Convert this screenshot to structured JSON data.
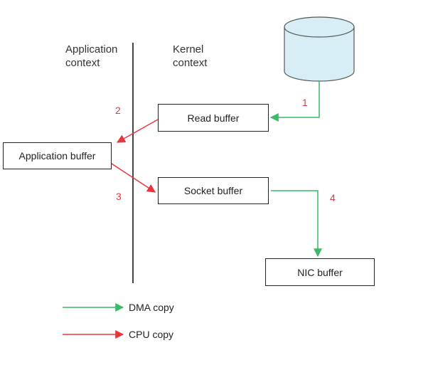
{
  "labels": {
    "application_context": [
      "Application",
      "context"
    ],
    "kernel_context": [
      "Kernel",
      "context"
    ]
  },
  "buffers": {
    "read_buffer": "Read buffer",
    "application_buffer": "Application buffer",
    "socket_buffer": "Socket buffer",
    "nic_buffer": "NIC buffer"
  },
  "steps": {
    "s1": "1",
    "s2": "2",
    "s3": "3",
    "s4": "4"
  },
  "legend": {
    "dma": "DMA copy",
    "cpu": "CPU copy"
  },
  "colors": {
    "dma": "#3cb96a",
    "cpu": "#e8363f",
    "disk_fill": "#d8eef7",
    "disk_stroke": "#555555"
  }
}
